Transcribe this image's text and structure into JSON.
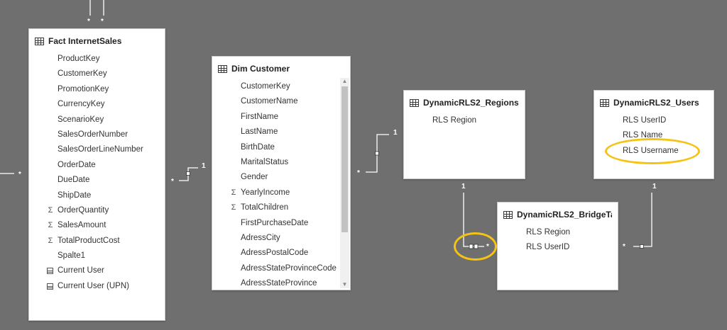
{
  "tables": {
    "fact_internet_sales": {
      "title": "Fact InternetSales",
      "fields": [
        {
          "label": "ProductKey",
          "icon": ""
        },
        {
          "label": "CustomerKey",
          "icon": ""
        },
        {
          "label": "PromotionKey",
          "icon": ""
        },
        {
          "label": "CurrencyKey",
          "icon": ""
        },
        {
          "label": "ScenarioKey",
          "icon": ""
        },
        {
          "label": "SalesOrderNumber",
          "icon": ""
        },
        {
          "label": "SalesOrderLineNumber",
          "icon": ""
        },
        {
          "label": "OrderDate",
          "icon": ""
        },
        {
          "label": "DueDate",
          "icon": ""
        },
        {
          "label": "ShipDate",
          "icon": ""
        },
        {
          "label": "OrderQuantity",
          "icon": "sigma"
        },
        {
          "label": "SalesAmount",
          "icon": "sigma"
        },
        {
          "label": "TotalProductCost",
          "icon": "sigma"
        },
        {
          "label": "Spalte1",
          "icon": ""
        },
        {
          "label": "Current User",
          "icon": "calc"
        },
        {
          "label": "Current User (UPN)",
          "icon": "calc"
        }
      ]
    },
    "dim_customer": {
      "title": "Dim Customer",
      "fields": [
        {
          "label": "CustomerKey",
          "icon": ""
        },
        {
          "label": "CustomerName",
          "icon": ""
        },
        {
          "label": "FirstName",
          "icon": ""
        },
        {
          "label": "LastName",
          "icon": ""
        },
        {
          "label": "BirthDate",
          "icon": ""
        },
        {
          "label": "MaritalStatus",
          "icon": ""
        },
        {
          "label": "Gender",
          "icon": ""
        },
        {
          "label": "YearlyIncome",
          "icon": "sigma"
        },
        {
          "label": "TotalChildren",
          "icon": "sigma"
        },
        {
          "label": "FirstPurchaseDate",
          "icon": ""
        },
        {
          "label": "AdressCity",
          "icon": ""
        },
        {
          "label": "AdressPostalCode",
          "icon": ""
        },
        {
          "label": "AdressStateProvinceCode",
          "icon": ""
        },
        {
          "label": "AdressStateProvince",
          "icon": ""
        }
      ]
    },
    "regions": {
      "title": "DynamicRLS2_Regions",
      "fields": [
        {
          "label": "RLS Region",
          "icon": ""
        }
      ]
    },
    "users": {
      "title": "DynamicRLS2_Users",
      "fields": [
        {
          "label": "RLS UserID",
          "icon": ""
        },
        {
          "label": "RLS Name",
          "icon": ""
        },
        {
          "label": "RLS Username",
          "icon": ""
        }
      ]
    },
    "bridge": {
      "title": "DynamicRLS2_BridgeTa",
      "fields": [
        {
          "label": "RLS Region",
          "icon": ""
        },
        {
          "label": "RLS UserID",
          "icon": ""
        }
      ]
    }
  },
  "cardinality": {
    "one": "1",
    "many": "*"
  },
  "icons": {
    "table": "table-icon",
    "sigma": "Σ",
    "calc": "calculator-icon",
    "scroll_up": "▲",
    "scroll_down": "▼"
  },
  "colors": {
    "canvas": "#6f6f6f",
    "highlight": "#f5c314",
    "relationship_line": "#ffffff"
  }
}
